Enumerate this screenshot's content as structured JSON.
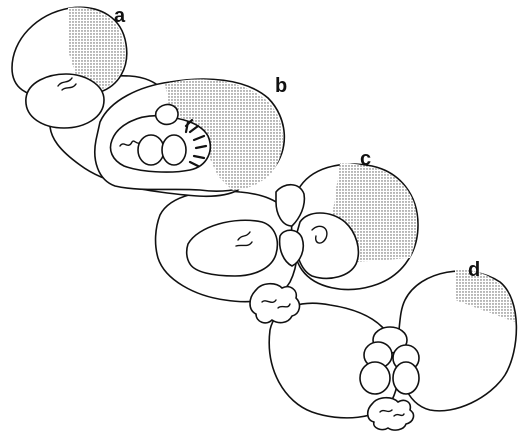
{
  "labels": {
    "a": "a",
    "b": "b",
    "c": "c",
    "d": "d"
  },
  "colors": {
    "line": "#111111",
    "background": "#ffffff",
    "stipple": "#555555"
  }
}
